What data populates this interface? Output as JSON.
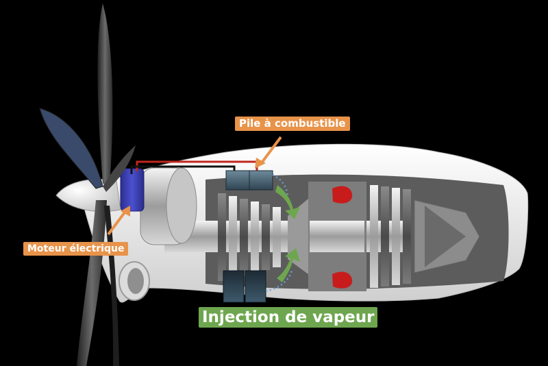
{
  "labels": {
    "fuel_cell": "Pile à combustible",
    "electric_motor": "Moteur électrique",
    "steam_injection": "Injection de vapeur"
  },
  "colors": {
    "background": "#000000",
    "fuel_cell_label_bg": "#e8934a",
    "electric_motor_label_bg": "#e8934a",
    "steam_injection_label_bg": "#6ea64f",
    "orange_arrow": "#e8934a",
    "green_arrow": "#6ea64f",
    "motor_blue": "#3d42b8",
    "wire_red": "#c0261c",
    "combustor_red": "#c81c1c",
    "nacelle_white": "#f2f2f2"
  }
}
